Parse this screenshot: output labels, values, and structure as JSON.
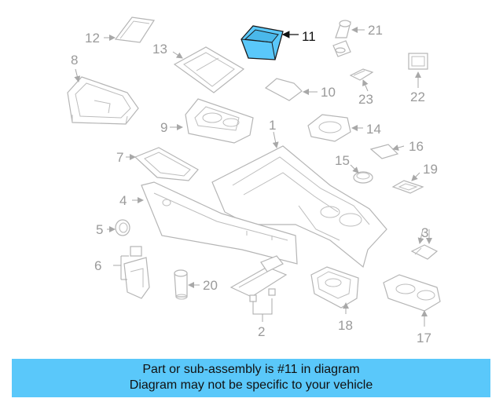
{
  "diagram": {
    "highlighted_part": "11",
    "highlight_color": "#5ac8fa",
    "labels": [
      "1",
      "2",
      "3",
      "4",
      "5",
      "6",
      "7",
      "8",
      "9",
      "10",
      "11",
      "12",
      "13",
      "14",
      "15",
      "16",
      "17",
      "18",
      "19",
      "20",
      "21",
      "22",
      "23"
    ]
  },
  "banner": {
    "line1": "Part or sub-assembly is #11 in diagram",
    "line2": "Diagram may not be specific to your vehicle"
  }
}
